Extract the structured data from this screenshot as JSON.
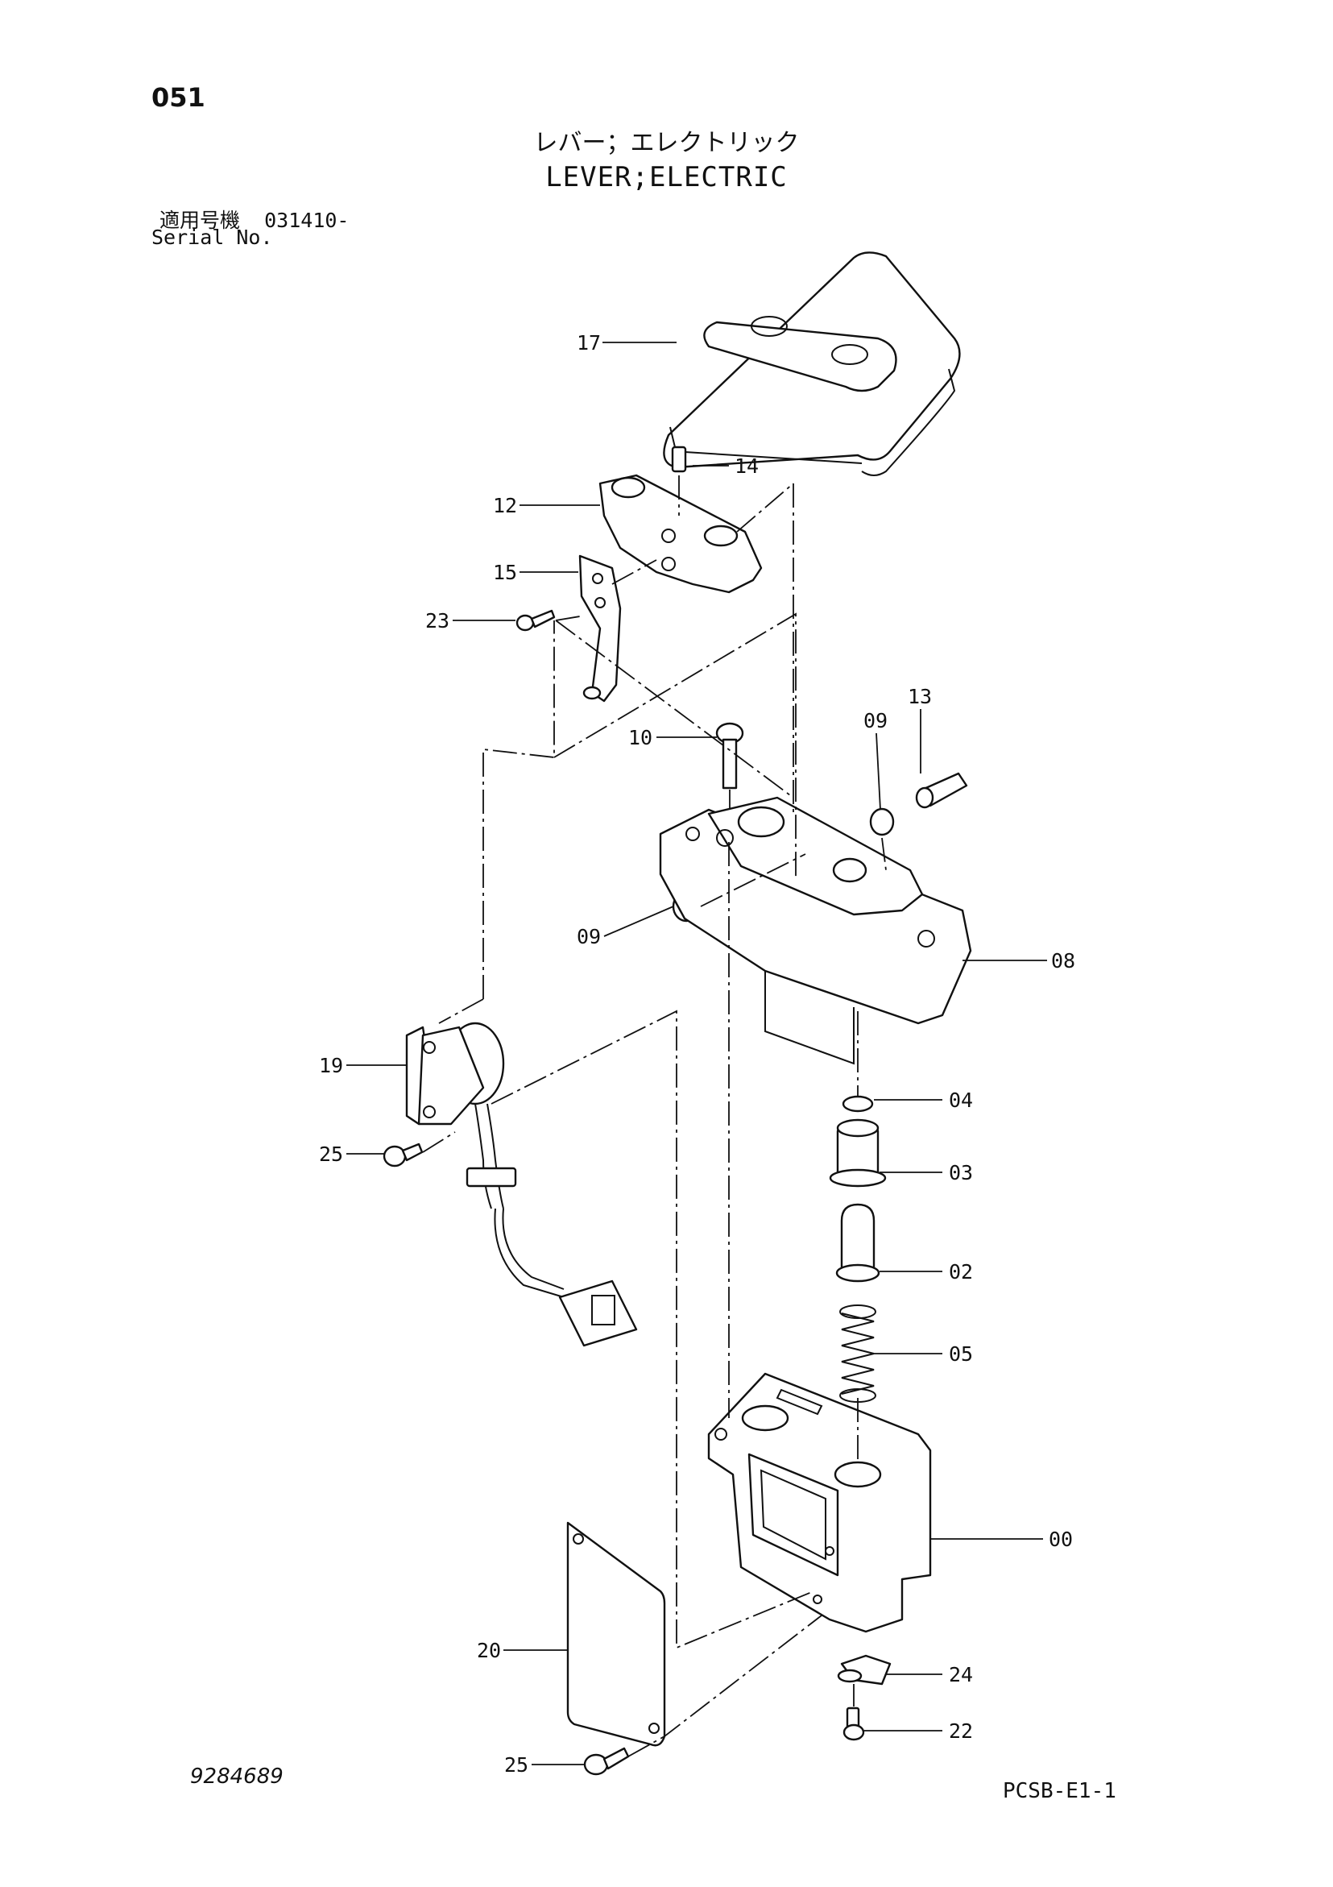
{
  "header": {
    "page_number": "051",
    "title_jp": "レバー；エレクトリック",
    "title_en": "LEVER;ELECTRIC",
    "applicable_label": "適用号機",
    "applicable_serial": "031410-",
    "serial_label": "Serial No."
  },
  "footer": {
    "drawing_number": "9284689",
    "sheet_code": "PCSB-E1-1"
  },
  "callouts": [
    {
      "id": "17",
      "label": "17"
    },
    {
      "id": "14",
      "label": "14"
    },
    {
      "id": "12",
      "label": "12"
    },
    {
      "id": "15",
      "label": "15"
    },
    {
      "id": "23",
      "label": "23"
    },
    {
      "id": "13",
      "label": "13"
    },
    {
      "id": "09a",
      "label": "09"
    },
    {
      "id": "10",
      "label": "10"
    },
    {
      "id": "09b",
      "label": "09"
    },
    {
      "id": "08",
      "label": "08"
    },
    {
      "id": "19",
      "label": "19"
    },
    {
      "id": "04",
      "label": "04"
    },
    {
      "id": "25a",
      "label": "25"
    },
    {
      "id": "03",
      "label": "03"
    },
    {
      "id": "02",
      "label": "02"
    },
    {
      "id": "05",
      "label": "05"
    },
    {
      "id": "00",
      "label": "00"
    },
    {
      "id": "20",
      "label": "20"
    },
    {
      "id": "24",
      "label": "24"
    },
    {
      "id": "22",
      "label": "22"
    },
    {
      "id": "25b",
      "label": "25"
    }
  ]
}
